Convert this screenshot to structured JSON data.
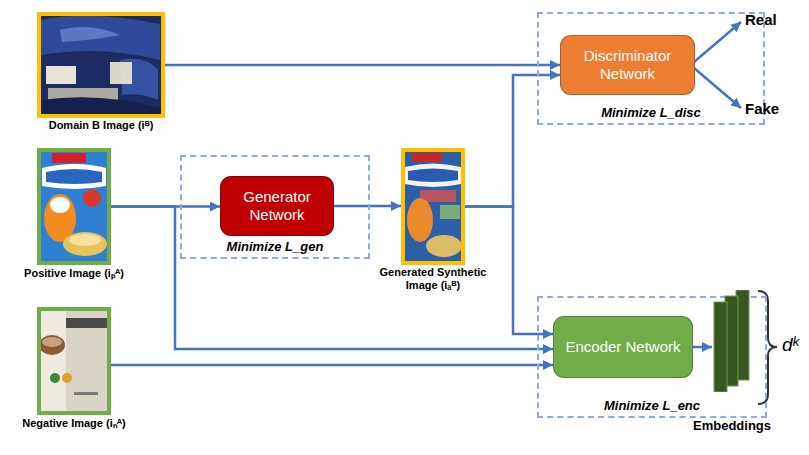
{
  "diagram": {
    "nodes": [
      {
        "text": [
          "Domain B Image (iᴮ)"
        ]
      },
      {
        "text": [
          "Minimize L_disc"
        ]
      },
      {
        "text": [
          "Discriminator Network"
        ],
        "in": 1
      },
      {
        "text": [
          "Positive Image (iₚᴬ)"
        ]
      },
      {
        "text": [
          "Minimize L_gen"
        ]
      },
      {
        "text": [
          "Generator Network"
        ],
        "in": 4
      },
      {
        "text": [
          "Generated Synthetic Image (iₐᴮ)"
        ]
      },
      {
        "text": [
          "Negative Image (iₙᴬ)"
        ]
      },
      {
        "text": [
          "Minimize L_enc"
        ]
      },
      {
        "text": [
          "Encoder Network"
        ],
        "in": 8
      },
      {
        "text": [
          "Embeddings"
        ]
      }
    ],
    "edges": [
      {
        "from": 0,
        "to": 2,
        "arrow": "to"
      },
      {
        "from": 3,
        "to": 5,
        "arrow": "to"
      },
      {
        "from": 5,
        "to": 6,
        "arrow": "to"
      },
      {
        "from": 6,
        "to": 2,
        "arrow": "to"
      },
      {
        "from": 6,
        "to": 9,
        "arrow": "to"
      },
      {
        "from": 3,
        "to": 9,
        "arrow": "to"
      },
      {
        "from": 7,
        "to": 9,
        "arrow": "to"
      },
      {
        "from": 9,
        "to": 10,
        "arrow": "to"
      }
    ],
    "labels": [
      "Real",
      "Fake",
      "dᵏ"
    ]
  }
}
